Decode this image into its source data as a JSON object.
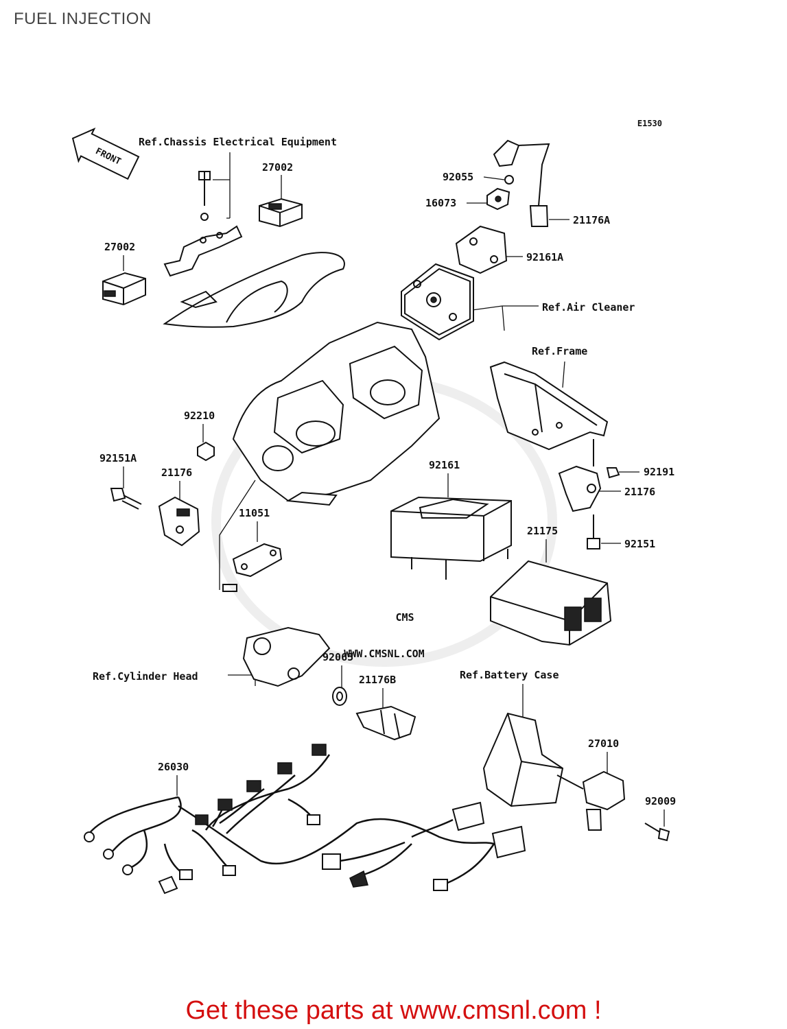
{
  "page": {
    "title": "FUEL INJECTION",
    "diagram_code": "E1530",
    "footer": "Get these parts at www.cmsnl.com !",
    "watermark": "WWW.CMSNL.COM",
    "watermark_logo": "CMS"
  },
  "orientation": {
    "front_label": "FRONT"
  },
  "references": {
    "chassis_electrical": "Ref.Chassis Electrical Equipment",
    "air_cleaner": "Ref.Air Cleaner",
    "frame": "Ref.Frame",
    "cylinder_head": "Ref.Cylinder Head",
    "battery_case": "Ref.Battery Case"
  },
  "parts": {
    "p27002_top": "27002",
    "p27002_left": "27002",
    "p92055": "92055",
    "p16073": "16073",
    "p21176A": "21176A",
    "p92161A": "92161A",
    "p92210": "92210",
    "p92151A": "92151A",
    "p21176_left": "21176",
    "p11051": "11051",
    "p92161": "92161",
    "p92191": "92191",
    "p21176_right": "21176",
    "p92151": "92151",
    "p21175": "21175",
    "p92065": "92065",
    "p21176B": "21176B",
    "p27010": "27010",
    "p92009": "92009",
    "p26030": "26030"
  }
}
